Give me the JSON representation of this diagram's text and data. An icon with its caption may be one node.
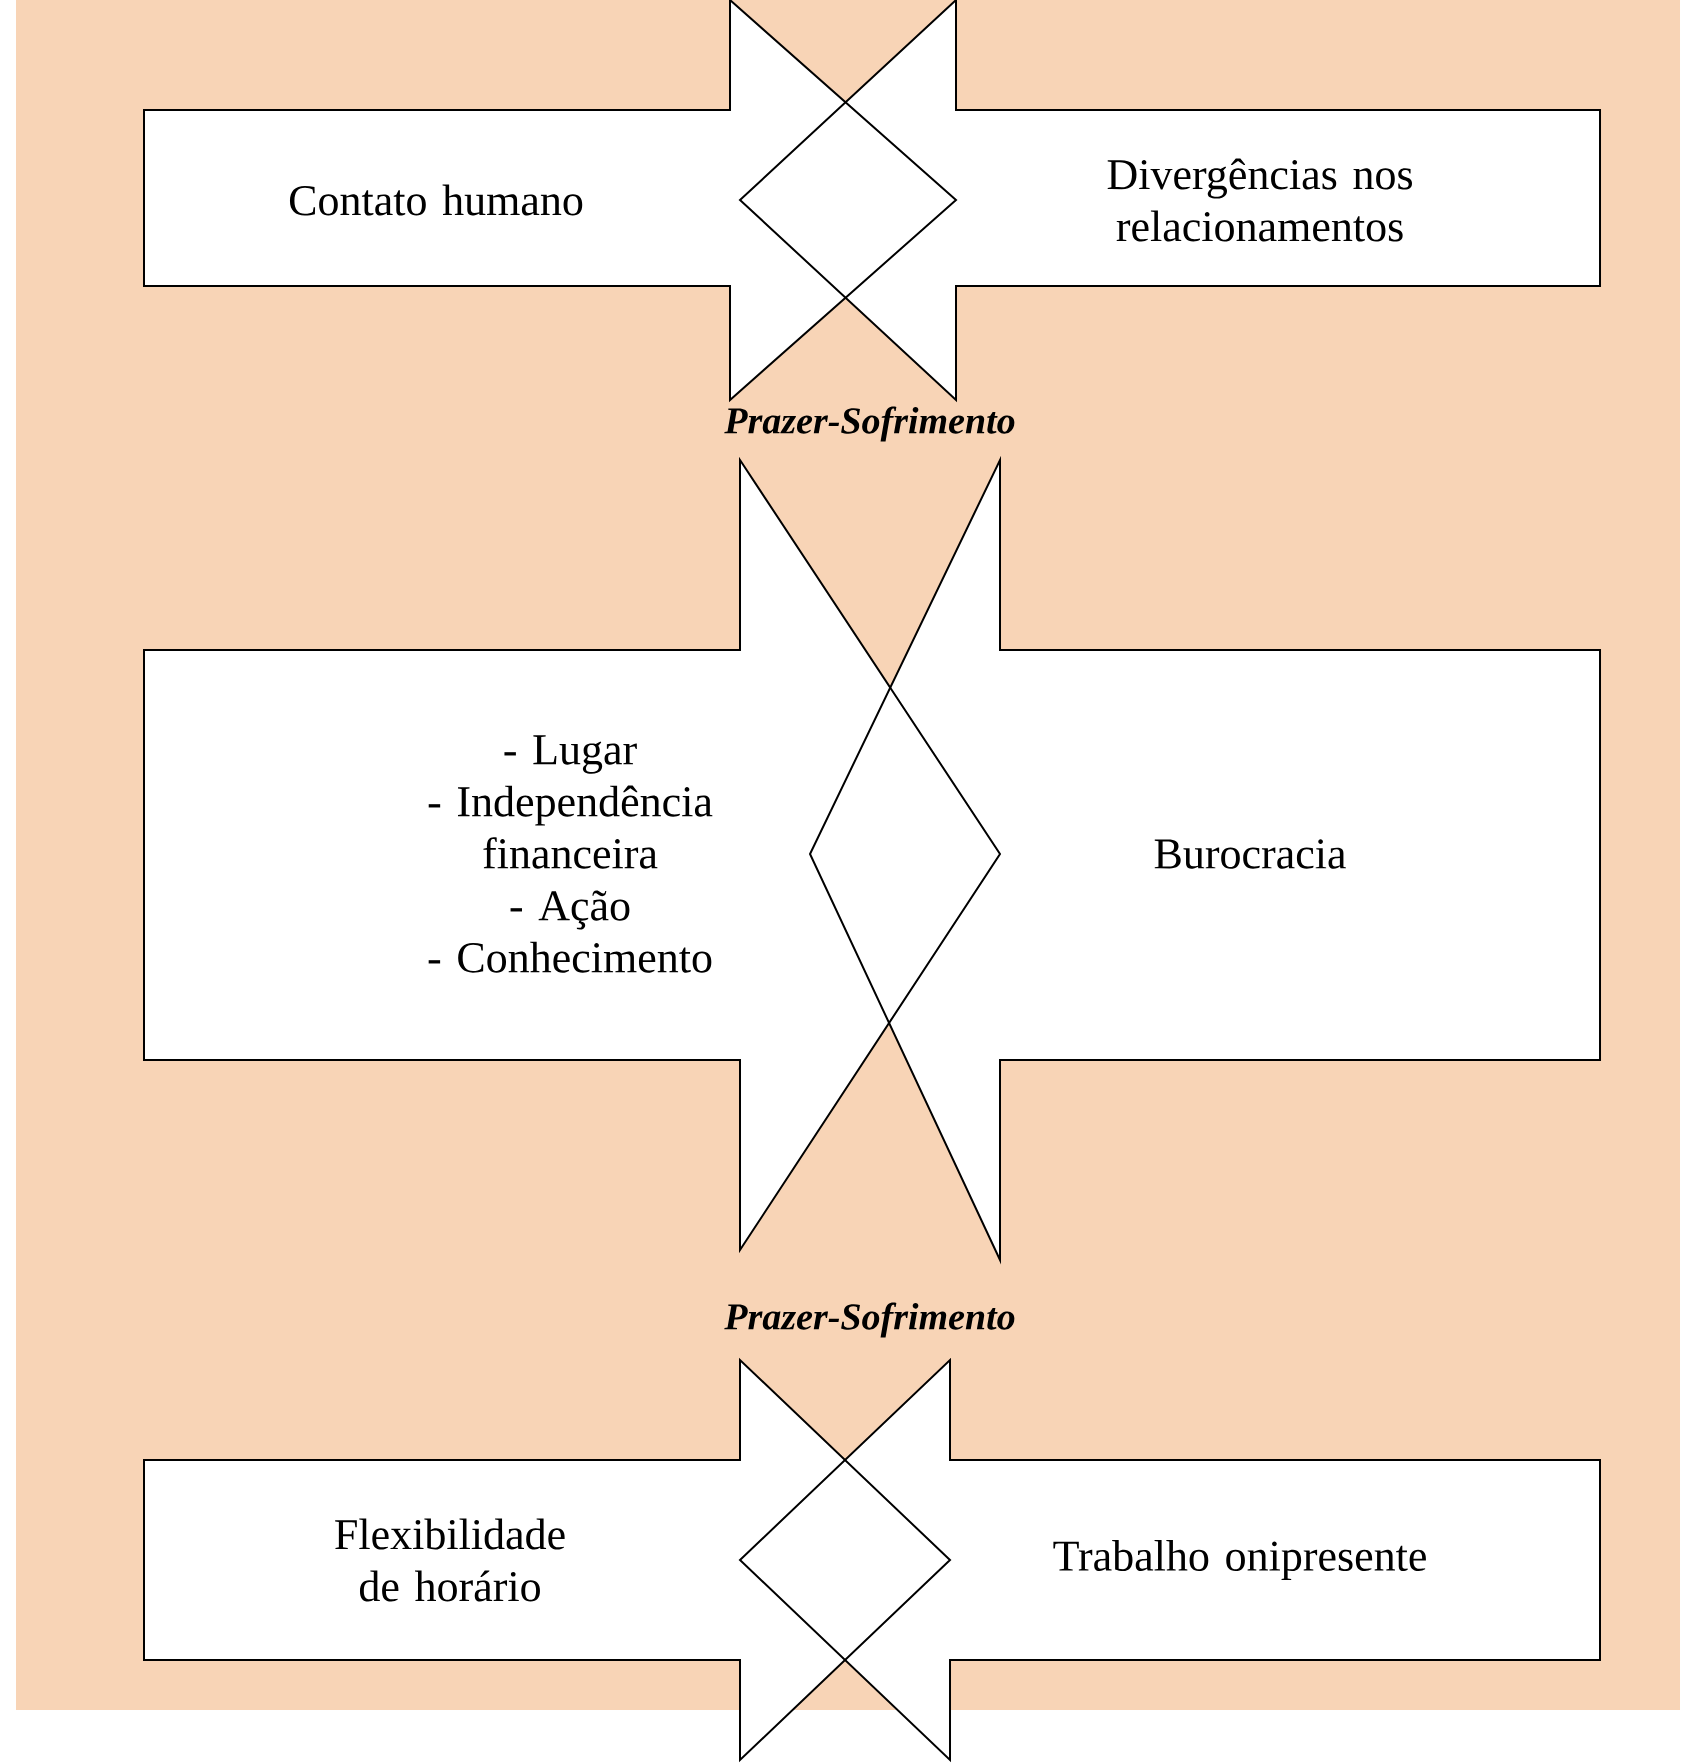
{
  "diagram": {
    "nodes": [
      {
        "text": [
          "Contato humano"
        ]
      },
      {
        "text": [
          "Divergências nos relacionamentos"
        ]
      },
      {
        "text": [
          "- Lugar",
          "- Independência financeira",
          "- Ação",
          "- Conhecimento"
        ]
      },
      {
        "text": [
          "Burocracia"
        ]
      },
      {
        "text": [
          "Flexibilidade de horário"
        ]
      },
      {
        "text": [
          "Trabalho onipresente"
        ]
      }
    ],
    "labels": [
      "Prazer-Sofrimento",
      "Prazer-Sofrimento"
    ]
  }
}
